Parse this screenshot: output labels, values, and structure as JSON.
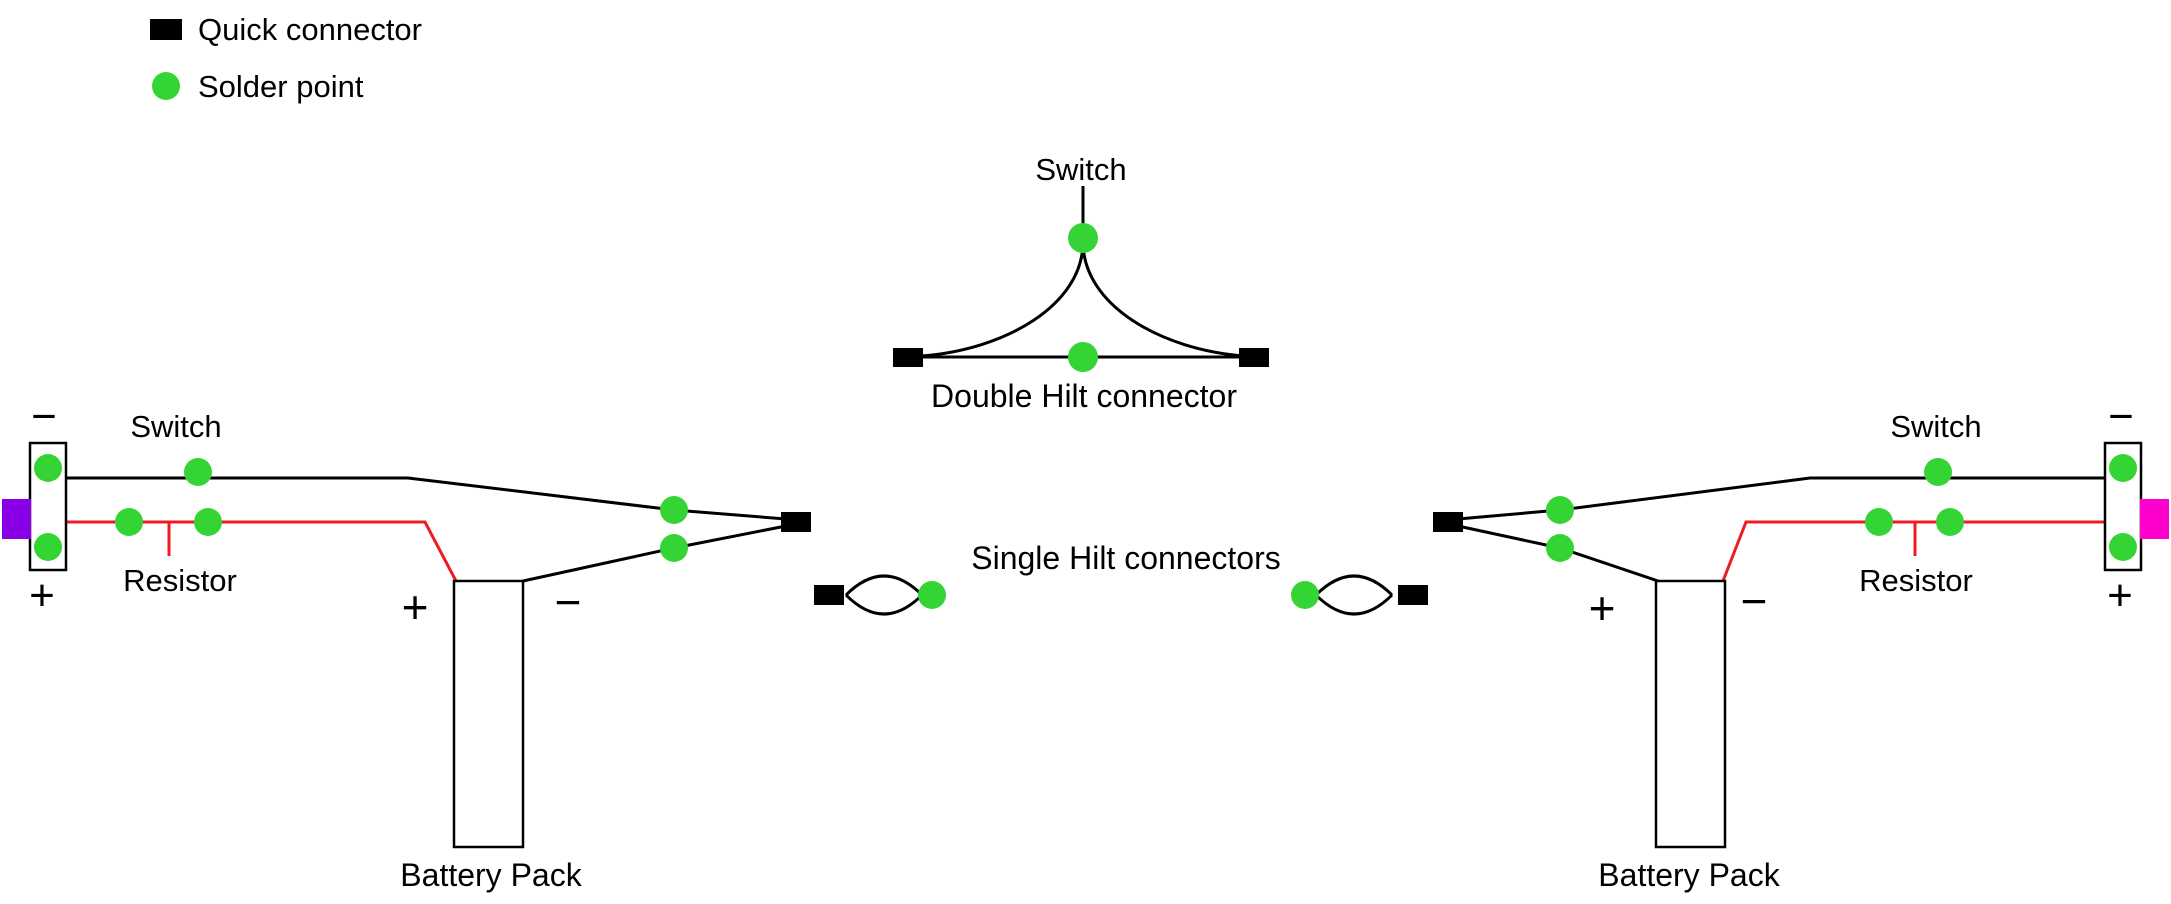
{
  "colors": {
    "solder_point": "#35d435",
    "wire_red": "#ed1c24",
    "connector_purple": "#8a00e6",
    "connector_magenta": "#ff00cc",
    "wire_black": "#000000"
  },
  "legend": {
    "quick_connector_label": "Quick connector",
    "solder_point_label": "Solder point"
  },
  "double_hilt": {
    "switch_label": "Switch",
    "caption": "Double Hilt connector"
  },
  "single_hilt": {
    "caption": "Single Hilt connectors"
  },
  "left": {
    "switch_label": "Switch",
    "resistor_label": "Resistor",
    "battery_label": "Battery Pack",
    "connector_minus": "−",
    "connector_plus": "+",
    "battery_plus": "+",
    "battery_minus": "−"
  },
  "right": {
    "switch_label": "Switch",
    "resistor_label": "Resistor",
    "battery_label": "Battery Pack",
    "connector_minus": "−",
    "connector_plus": "+",
    "battery_plus": "+",
    "battery_minus": "−"
  }
}
